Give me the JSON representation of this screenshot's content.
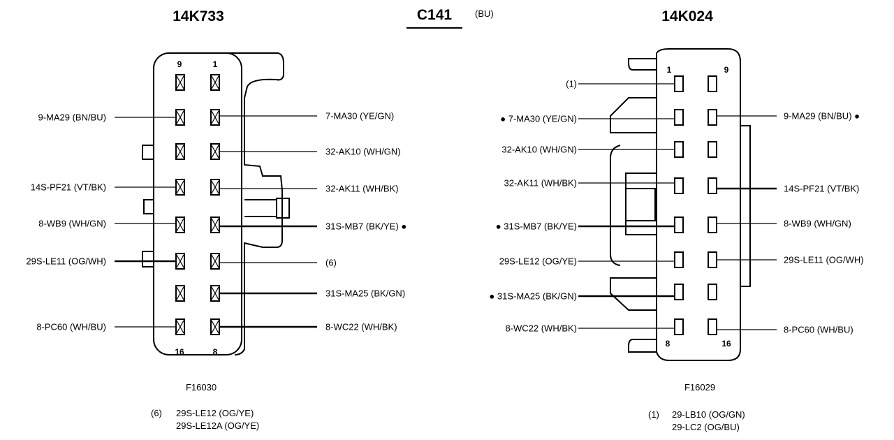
{
  "header": {
    "connector_id": "C141",
    "connector_color": "(BU)",
    "left_part": "14K733",
    "right_part": "14K024"
  },
  "left_connector": {
    "pin_numbers": {
      "top_left": "9",
      "top_right": "1",
      "bottom_left": "16",
      "bottom_right": "8"
    },
    "part_code": "F16030",
    "left_wires": [
      {
        "label": "9-MA29 (BN/BU)",
        "dot": ""
      },
      {
        "label": "14S-PF21 (VT/BK)",
        "dot": ""
      },
      {
        "label": "8-WB9 (WH/GN)",
        "dot": ""
      },
      {
        "label": "29S-LE11 (OG/WH)",
        "dot": ""
      },
      {
        "label": "8-PC60 (WH/BU)",
        "dot": ""
      }
    ],
    "right_wires": [
      {
        "label": "7-MA30 (YE/GN)",
        "dot": ""
      },
      {
        "label": "32-AK10 (WH/GN)",
        "dot": ""
      },
      {
        "label": "32-AK11 (WH/BK)",
        "dot": ""
      },
      {
        "label": "31S-MB7 (BK/YE)",
        "dot": "●"
      },
      {
        "label": "(6)",
        "dot": ""
      },
      {
        "label": "31S-MA25 (BK/GN)",
        "dot": ""
      },
      {
        "label": "8-WC22 (WH/BK)",
        "dot": ""
      }
    ],
    "footnote": {
      "marker": "(6)",
      "line1": "29S-LE12 (OG/YE)",
      "line2": "29S-LE12A (OG/YE)"
    }
  },
  "right_connector": {
    "pin_numbers": {
      "top_left": "1",
      "top_right": "9",
      "bottom_left": "8",
      "bottom_right": "16"
    },
    "part_code": "F16029",
    "left_wires": [
      {
        "label": "(1)",
        "dot": ""
      },
      {
        "label": "7-MA30 (YE/GN)",
        "dot": "●"
      },
      {
        "label": "32-AK10 (WH/GN)",
        "dot": ""
      },
      {
        "label": "32-AK11 (WH/BK)",
        "dot": ""
      },
      {
        "label": "31S-MB7 (BK/YE)",
        "dot": "●"
      },
      {
        "label": "29S-LE12 (OG/YE)",
        "dot": ""
      },
      {
        "label": "31S-MA25 (BK/GN)",
        "dot": "●"
      },
      {
        "label": "8-WC22 (WH/BK)",
        "dot": ""
      }
    ],
    "right_wires": [
      {
        "label": "9-MA29 (BN/BU)",
        "dot": "●"
      },
      {
        "label": "14S-PF21 (VT/BK)",
        "dot": ""
      },
      {
        "label": "8-WB9 (WH/GN)",
        "dot": ""
      },
      {
        "label": "29S-LE11 (OG/WH)",
        "dot": ""
      },
      {
        "label": "8-PC60 (WH/BU)",
        "dot": ""
      }
    ],
    "footnote": {
      "marker": "(1)",
      "line1": "29-LB10 (OG/GN)",
      "line2": "29-LC2 (OG/BU)"
    }
  }
}
